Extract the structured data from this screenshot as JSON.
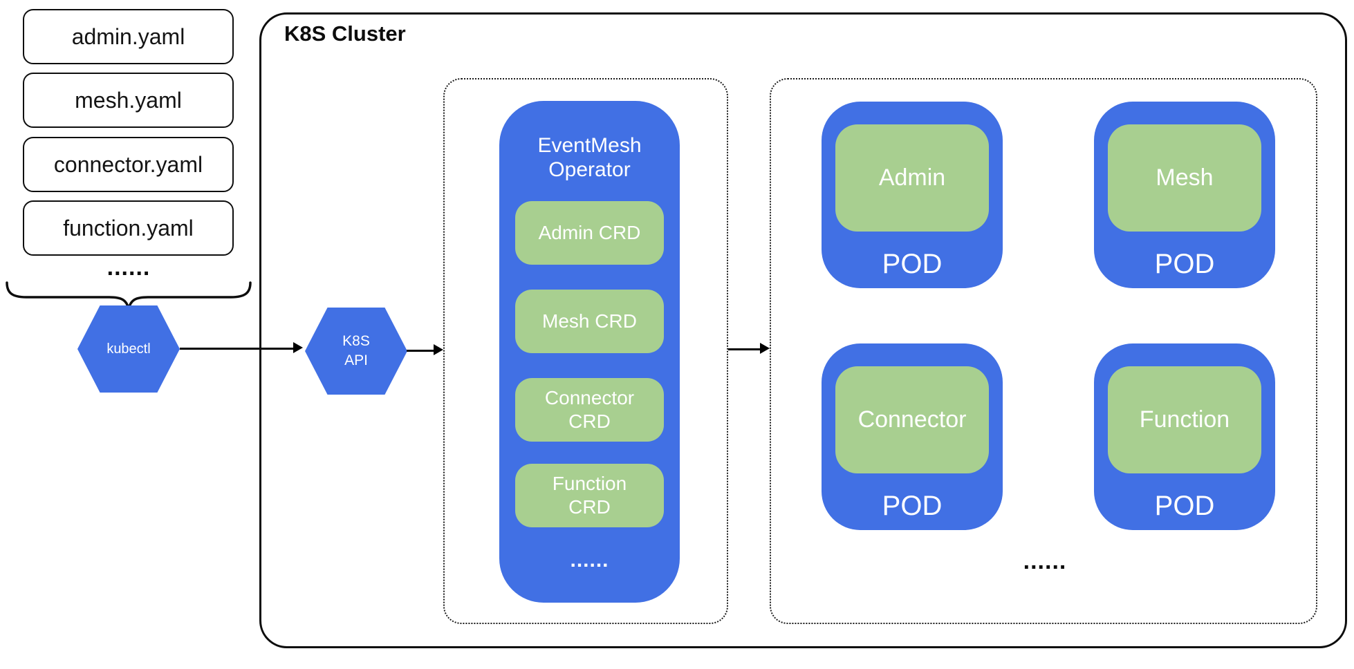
{
  "colors": {
    "blue": "#4170E4",
    "green": "#A8CF90"
  },
  "yaml_files": [
    {
      "label": "admin.yaml"
    },
    {
      "label": "mesh.yaml"
    },
    {
      "label": "connector.yaml"
    },
    {
      "label": "function.yaml"
    }
  ],
  "files_ellipsis": "......",
  "kubectl_label": "kubectl",
  "k8s_api_label": "K8S API",
  "cluster_title": "K8S Cluster",
  "operator": {
    "title": "EventMesh Operator",
    "crds": [
      {
        "label": "Admin CRD"
      },
      {
        "label": "Mesh CRD"
      },
      {
        "label": "Connector CRD"
      },
      {
        "label": "Function CRD"
      }
    ],
    "ellipsis": "......"
  },
  "pods": {
    "items": [
      {
        "name": "Admin",
        "label": "POD"
      },
      {
        "name": "Mesh",
        "label": "POD"
      },
      {
        "name": "Connector",
        "label": "POD"
      },
      {
        "name": "Function",
        "label": "POD"
      }
    ],
    "ellipsis": "......"
  }
}
